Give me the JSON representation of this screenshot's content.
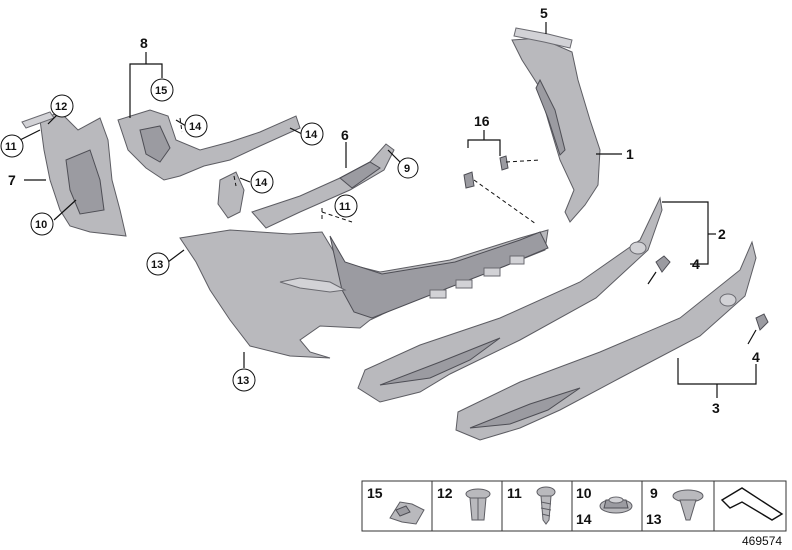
{
  "callouts": {
    "c1": "1",
    "c2": "2",
    "c3": "3",
    "c4a": "4",
    "c4b": "4",
    "c5": "5",
    "c6": "6",
    "c7": "7",
    "c8": "8",
    "c9": "9",
    "c10": "10",
    "c11a": "11",
    "c11b": "11",
    "c12": "12",
    "c13a": "13",
    "c13b": "13",
    "c14a": "14",
    "c14b": "14",
    "c14c": "14",
    "c15": "15",
    "c16": "16"
  },
  "legend": {
    "cell1": "15",
    "cell2": "12",
    "cell3": "11",
    "cell4_top": "10",
    "cell4_bottom": "14",
    "cell5_top": "9",
    "cell5_bottom": "13"
  },
  "reference_number": "469574"
}
